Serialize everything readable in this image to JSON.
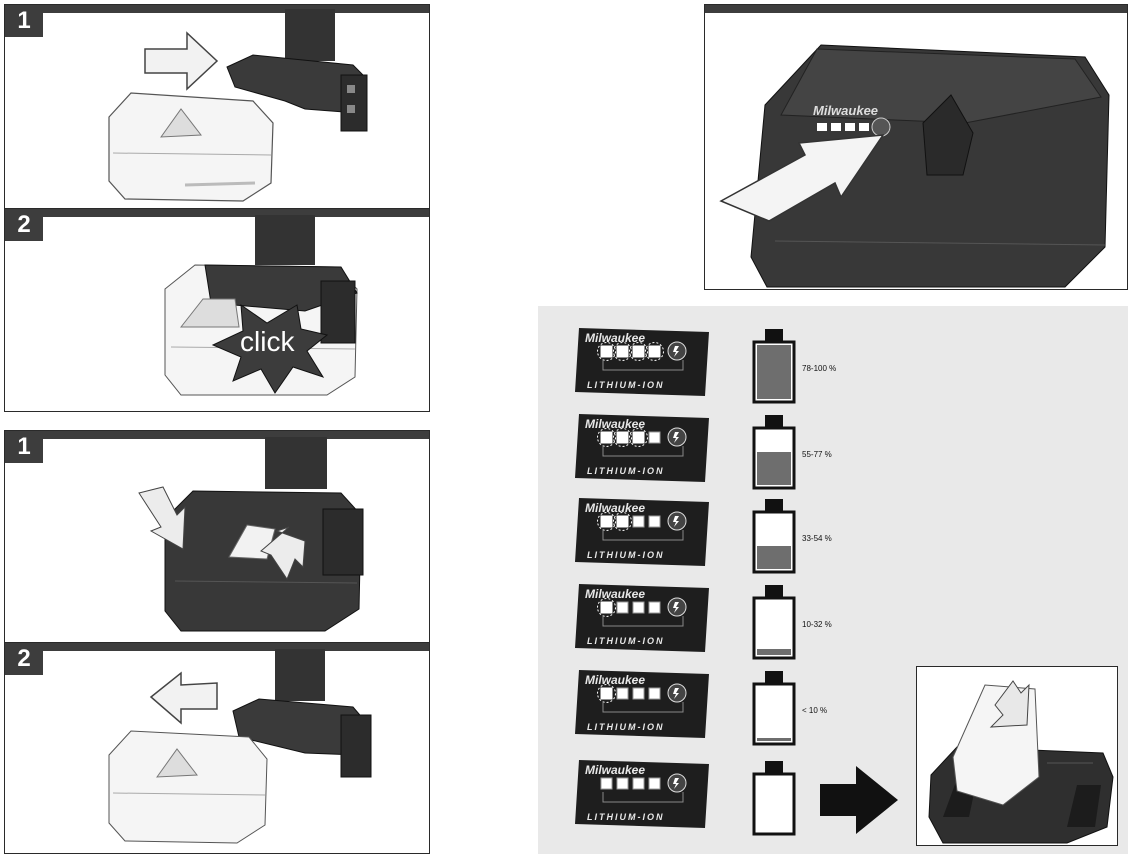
{
  "steps": {
    "insert_1": "1",
    "insert_2": "2",
    "remove_1": "1",
    "remove_2": "2"
  },
  "click_label": "click",
  "logo_text": "Milwaukee",
  "gauge_subtitle": "LITHIUM-ION",
  "charge_levels": [
    {
      "label": "78-100 %",
      "lit": 4,
      "fill": 1.0
    },
    {
      "label": "55-77 %",
      "lit": 3,
      "fill": 0.62
    },
    {
      "label": "33-54 %",
      "lit": 2,
      "fill": 0.42
    },
    {
      "label": "10-32 %",
      "lit": 1,
      "fill": 0.12
    },
    {
      "label": "< 10 %",
      "lit": 1,
      "fill": 0.05
    },
    {
      "label": "",
      "lit": 0,
      "fill": 0
    }
  ],
  "colors": {
    "bar": "#3d3d3d",
    "dark_battery": "#383838",
    "light_battery": "#f4f4f4",
    "panel_bg": "#e9e9e9",
    "fill": "#6e6e6e"
  }
}
